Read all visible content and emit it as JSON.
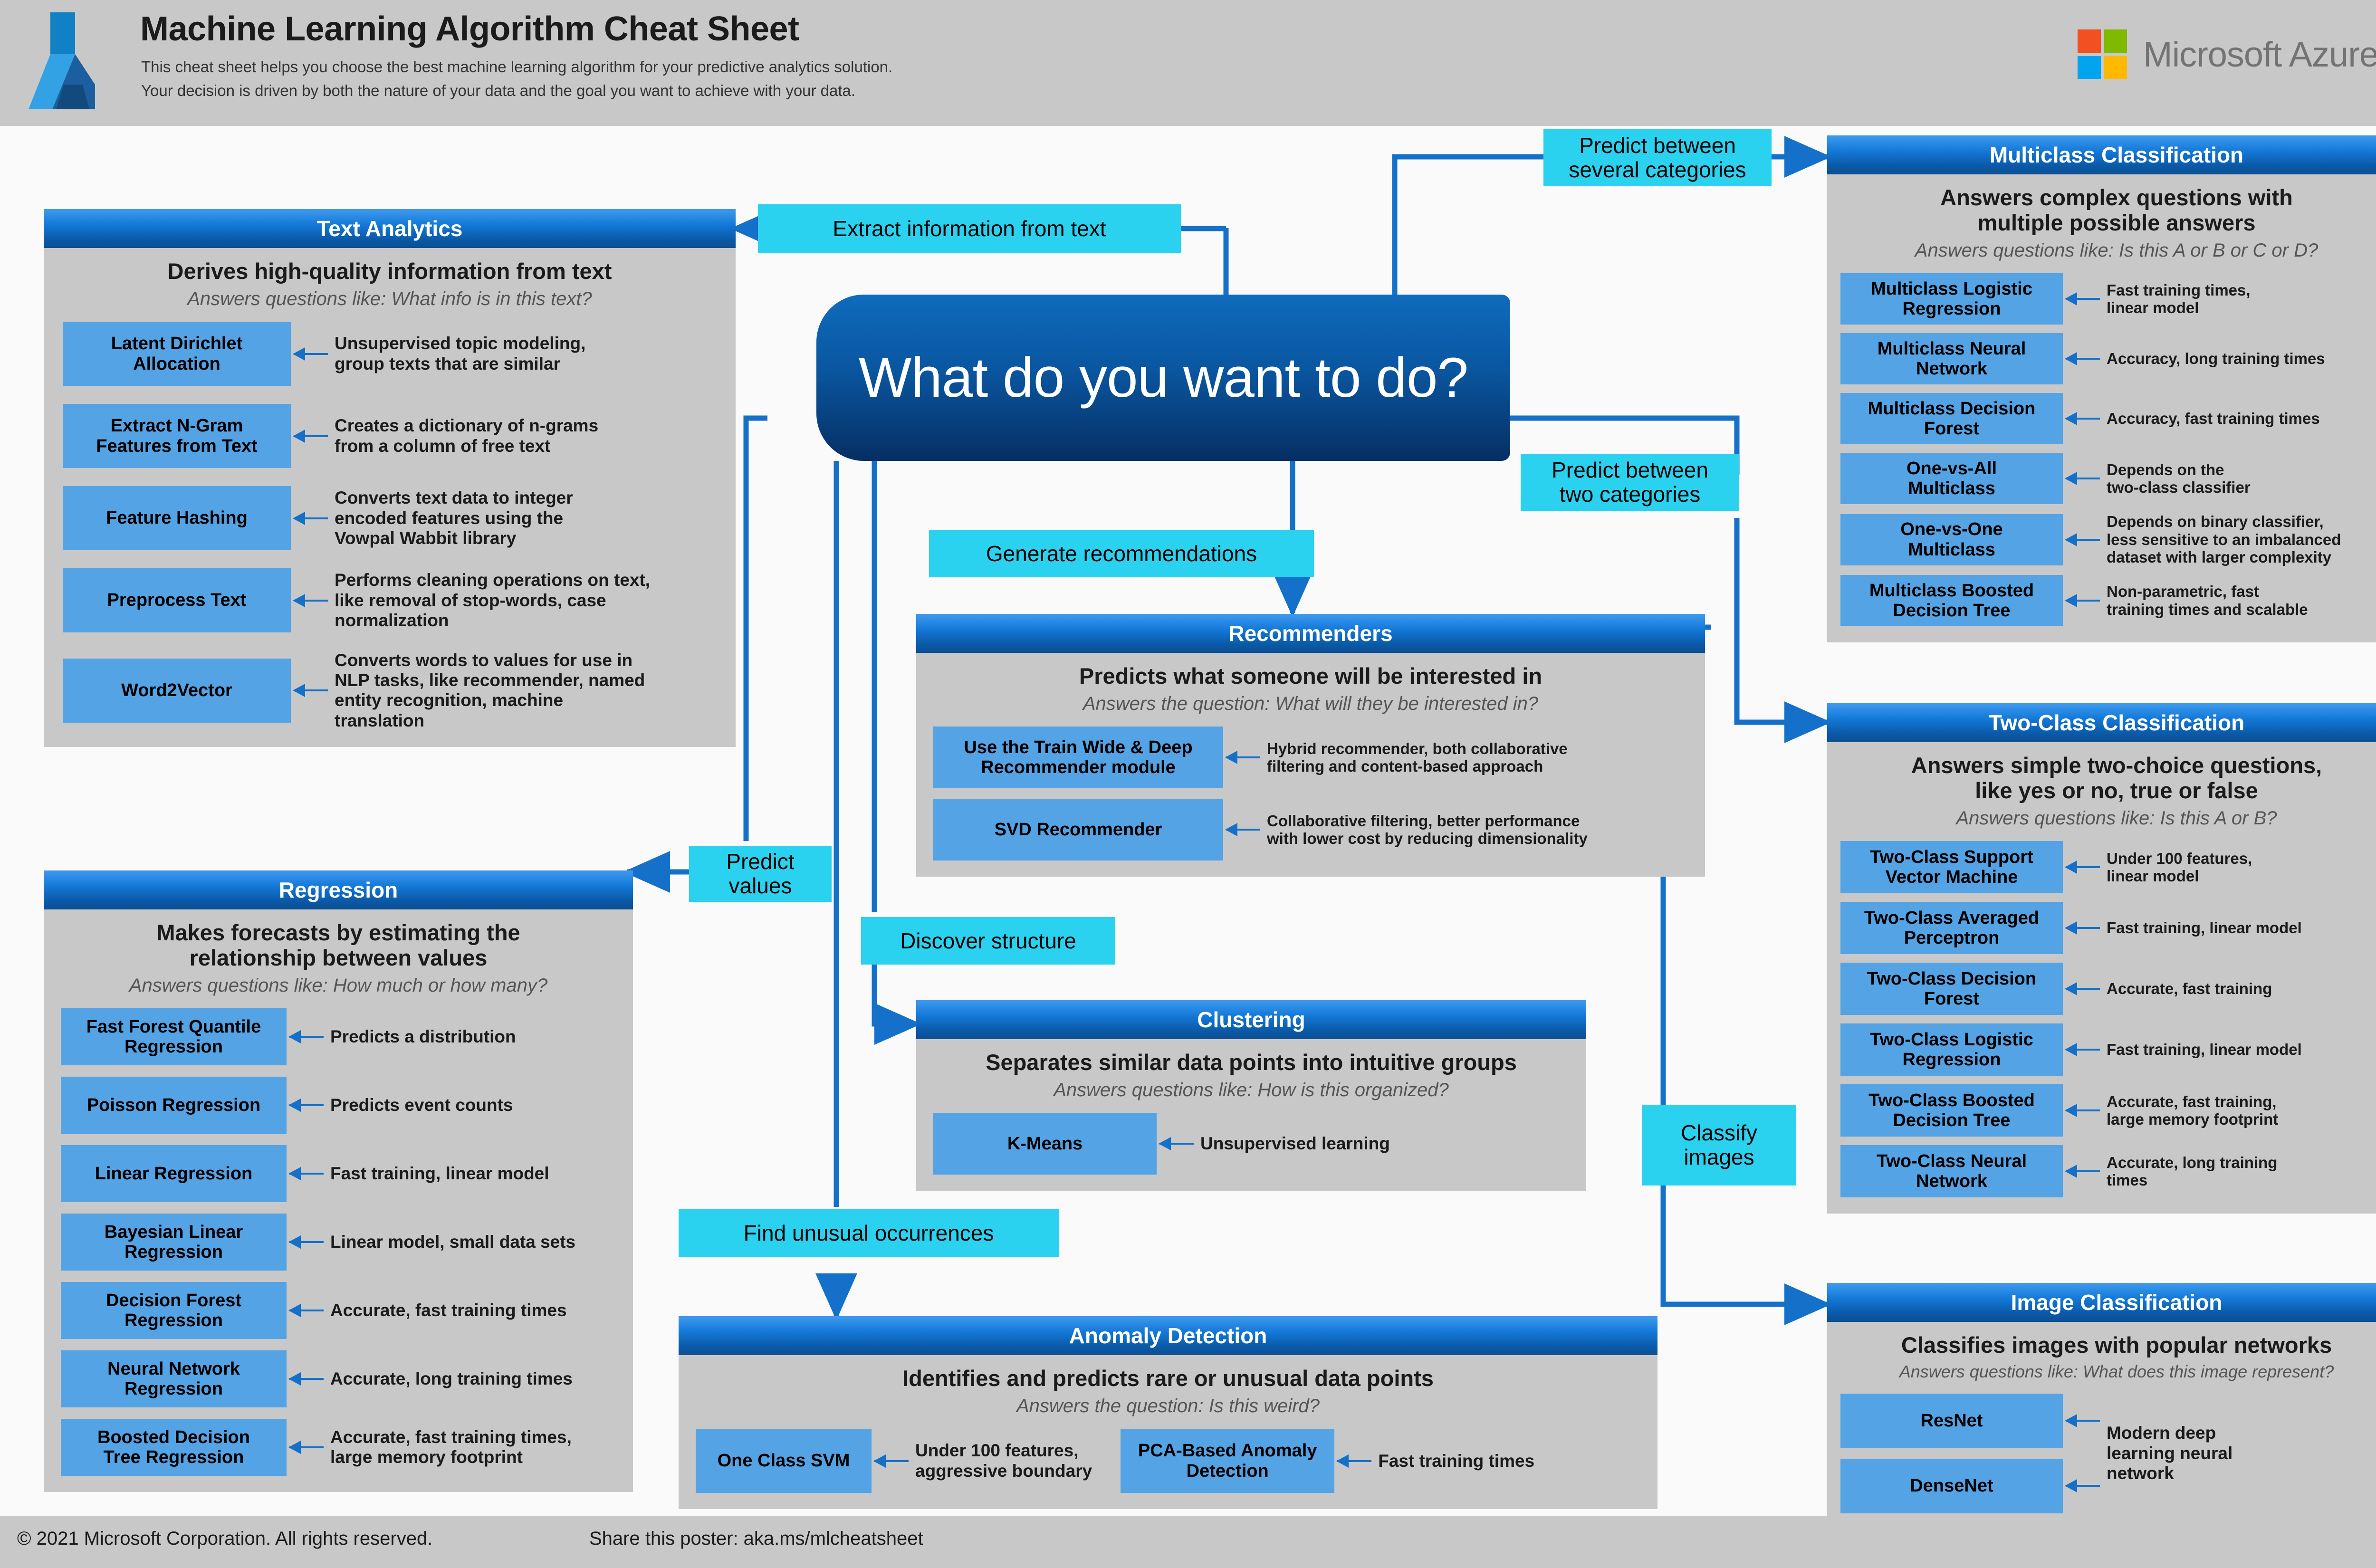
{
  "header": {
    "title": "Machine Learning Algorithm Cheat Sheet",
    "subtitle_line1": "This cheat sheet helps you choose the best machine learning algorithm for your predictive analytics solution.",
    "subtitle_line2": "Your decision is driven by both the nature of your data and the goal you want to achieve with your data.",
    "brand": "Microsoft Azure",
    "brand_colors": {
      "red": "#f25022",
      "green": "#7fba00",
      "blue": "#00a4ef",
      "yellow": "#ffb900"
    },
    "azure_logo_colors": {
      "top": "#0f81c4",
      "mid": "#32a2e4",
      "dark": "#1b5fa0",
      "deep": "#124a7e"
    }
  },
  "hub": {
    "question": "What do you want to do?"
  },
  "decision_labels": {
    "extract_text": "Extract information from text",
    "predict_several": "Predict between\nseveral categories",
    "predict_two": "Predict between\ntwo categories",
    "generate_recommendations": "Generate recommendations",
    "predict_values": "Predict\nvalues",
    "discover_structure": "Discover structure",
    "find_unusual": "Find unusual occurrences",
    "classify_images": "Classify\nimages"
  },
  "panels": {
    "text_analytics": {
      "title": "Text Analytics",
      "description": "Derives high-quality information from text",
      "question": "Answers questions like: What info is in this text?",
      "algorithms": [
        {
          "name": "Latent Dirichlet\nAllocation",
          "note": "Unsupervised topic modeling,\ngroup texts that are similar"
        },
        {
          "name": "Extract N-Gram\nFeatures from Text",
          "note": "Creates a dictionary of n-grams\nfrom a column of free text"
        },
        {
          "name": "Feature Hashing",
          "note": "Converts text data to integer\nencoded features using the\nVowpal Wabbit library"
        },
        {
          "name": "Preprocess Text",
          "note": "Performs cleaning operations on text,\nlike removal of stop-words, case\nnormalization"
        },
        {
          "name": "Word2Vector",
          "note": "Converts words to values for use in\nNLP tasks, like recommender, named\nentity recognition, machine\ntranslation"
        }
      ]
    },
    "regression": {
      "title": "Regression",
      "description": "Makes forecasts by estimating the\nrelationship between values",
      "question": "Answers questions like: How much or how many?",
      "algorithms": [
        {
          "name": "Fast Forest Quantile\nRegression",
          "note": "Predicts a distribution"
        },
        {
          "name": "Poisson Regression",
          "note": "Predicts event counts"
        },
        {
          "name": "Linear Regression",
          "note": "Fast training, linear model"
        },
        {
          "name": "Bayesian Linear\nRegression",
          "note": "Linear model, small data sets"
        },
        {
          "name": "Decision Forest\nRegression",
          "note": "Accurate, fast training times"
        },
        {
          "name": "Neural Network\nRegression",
          "note": "Accurate, long training times"
        },
        {
          "name": "Boosted Decision\nTree Regression",
          "note": "Accurate, fast training times,\nlarge memory footprint"
        }
      ]
    },
    "recommenders": {
      "title": "Recommenders",
      "description": "Predicts what someone will be interested in",
      "question": "Answers the question: What will they be interested in?",
      "algorithms": [
        {
          "name": "Use the Train Wide & Deep\nRecommender module",
          "note": "Hybrid recommender, both collaborative\nfiltering and content-based approach"
        },
        {
          "name": "SVD Recommender",
          "note": "Collaborative filtering, better performance\nwith lower cost by reducing dimensionality"
        }
      ]
    },
    "clustering": {
      "title": "Clustering",
      "description": "Separates similar data points into intuitive groups",
      "question": "Answers questions like: How is this organized?",
      "algorithms": [
        {
          "name": "K-Means",
          "note": "Unsupervised learning"
        }
      ]
    },
    "anomaly_detection": {
      "title": "Anomaly Detection",
      "description": "Identifies and predicts rare or unusual data points",
      "question": "Answers the question: Is this weird?",
      "algorithms": [
        {
          "name": "One Class SVM",
          "note": "Under 100 features,\naggressive boundary"
        },
        {
          "name": "PCA-Based Anomaly\nDetection",
          "note": "Fast training times"
        }
      ]
    },
    "multiclass_classification": {
      "title": "Multiclass Classification",
      "description": "Answers complex questions with\nmultiple possible answers",
      "question": "Answers questions like: Is this A or B or C or D?",
      "algorithms": [
        {
          "name": "Multiclass Logistic\nRegression",
          "note": "Fast training times,\nlinear model"
        },
        {
          "name": "Multiclass Neural\nNetwork",
          "note": "Accuracy, long training times"
        },
        {
          "name": "Multiclass Decision\nForest",
          "note": "Accuracy, fast training times"
        },
        {
          "name": "One-vs-All\nMulticlass",
          "note": "Depends on the\ntwo-class classifier"
        },
        {
          "name": "One-vs-One\nMulticlass",
          "note": "Depends on binary classifier,\nless sensitive to an imbalanced\ndataset with larger complexity"
        },
        {
          "name": "Multiclass Boosted\nDecision Tree",
          "note": "Non-parametric, fast\ntraining times and scalable"
        }
      ]
    },
    "two_class_classification": {
      "title": "Two-Class Classification",
      "description": "Answers simple two-choice questions,\nlike yes or no, true or false",
      "question": "Answers questions like: Is this A or B?",
      "algorithms": [
        {
          "name": "Two-Class Support\nVector Machine",
          "note": "Under 100 features,\nlinear model"
        },
        {
          "name": "Two-Class Averaged\nPerceptron",
          "note": "Fast training, linear model"
        },
        {
          "name": "Two-Class Decision\nForest",
          "note": "Accurate, fast training"
        },
        {
          "name": "Two-Class Logistic\nRegression",
          "note": "Fast training, linear model"
        },
        {
          "name": "Two-Class Boosted\nDecision Tree",
          "note": "Accurate, fast training,\nlarge memory footprint"
        },
        {
          "name": "Two-Class Neural\nNetwork",
          "note": "Accurate, long training\ntimes"
        }
      ]
    },
    "image_classification": {
      "title": "Image Classification",
      "description": "Classifies images with popular networks",
      "question": "Answers questions like: What does this image represent?",
      "algorithms": [
        {
          "name": "ResNet",
          "note": "Modern deep\nlearning neural\nnetwork"
        },
        {
          "name": "DenseNet",
          "note": ""
        }
      ]
    }
  },
  "footer": {
    "copyright": "© 2021 Microsoft Corporation. All rights reserved.",
    "share": "Share this poster: aka.ms/mlcheatsheet"
  },
  "colors": {
    "panel_bg": "#c8c8c8",
    "panel_header_blue": "#1479d8",
    "algo_box_blue": "#54a3e4",
    "cyan_label": "#2ad2f0",
    "wire_blue": "#1470c8",
    "hub_blue": "#0a56a0",
    "page_bg": "#fafafa"
  }
}
